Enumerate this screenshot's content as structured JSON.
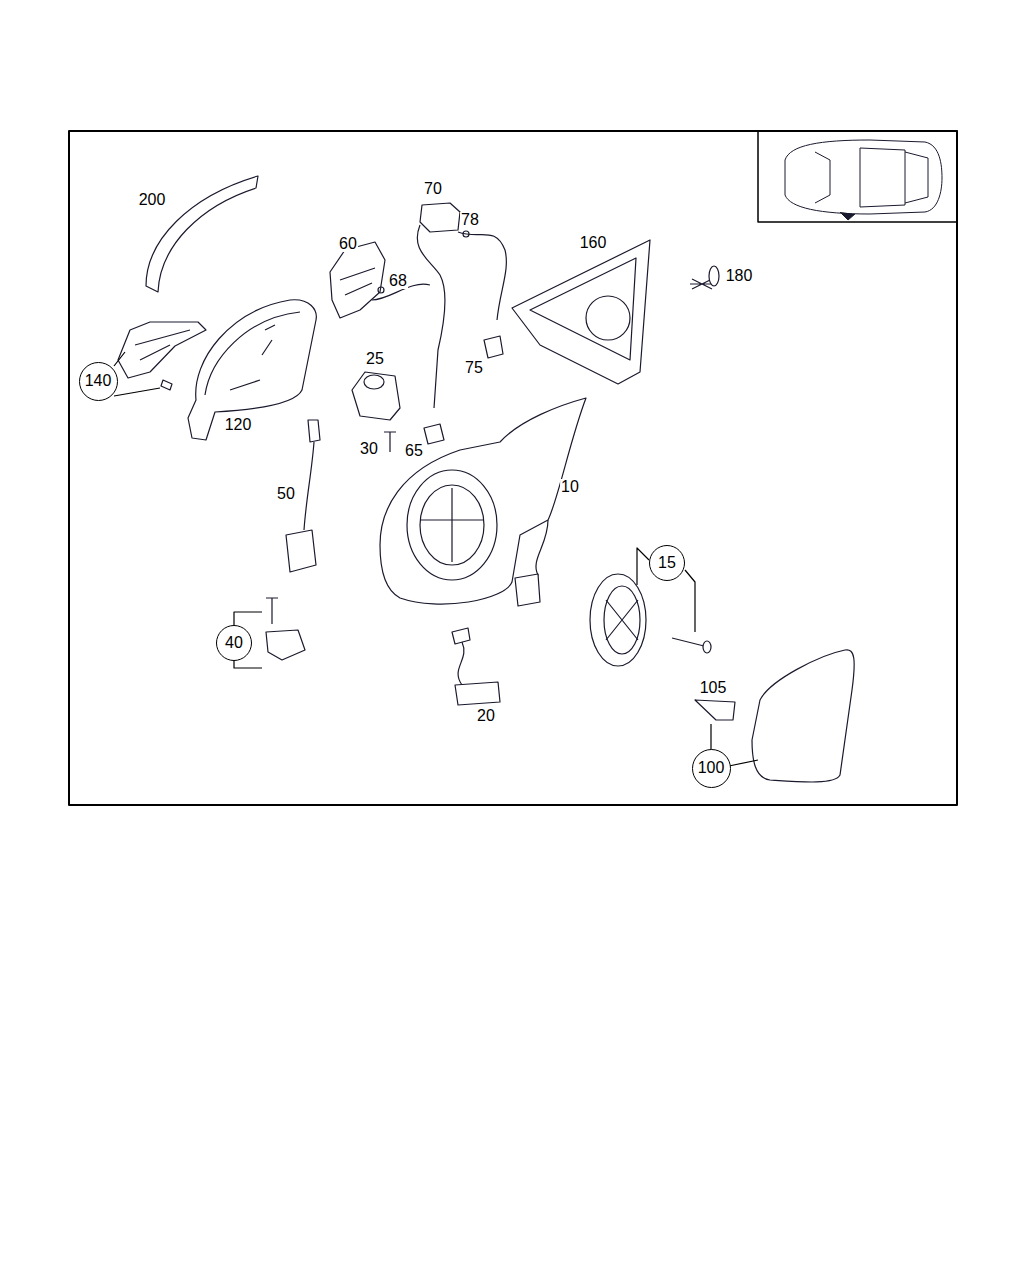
{
  "diagram": {
    "nodes": [
      {
        "text": [
          "140"
        ]
      },
      {
        "text": [
          "15"
        ]
      },
      {
        "text": [
          "40"
        ]
      },
      {
        "text": [
          "100"
        ]
      }
    ],
    "labels": [
      "200",
      "70",
      "78",
      "60",
      "68",
      "160",
      "180",
      "25",
      "75",
      "120",
      "30",
      "65",
      "10",
      "50",
      "105",
      "20"
    ]
  }
}
